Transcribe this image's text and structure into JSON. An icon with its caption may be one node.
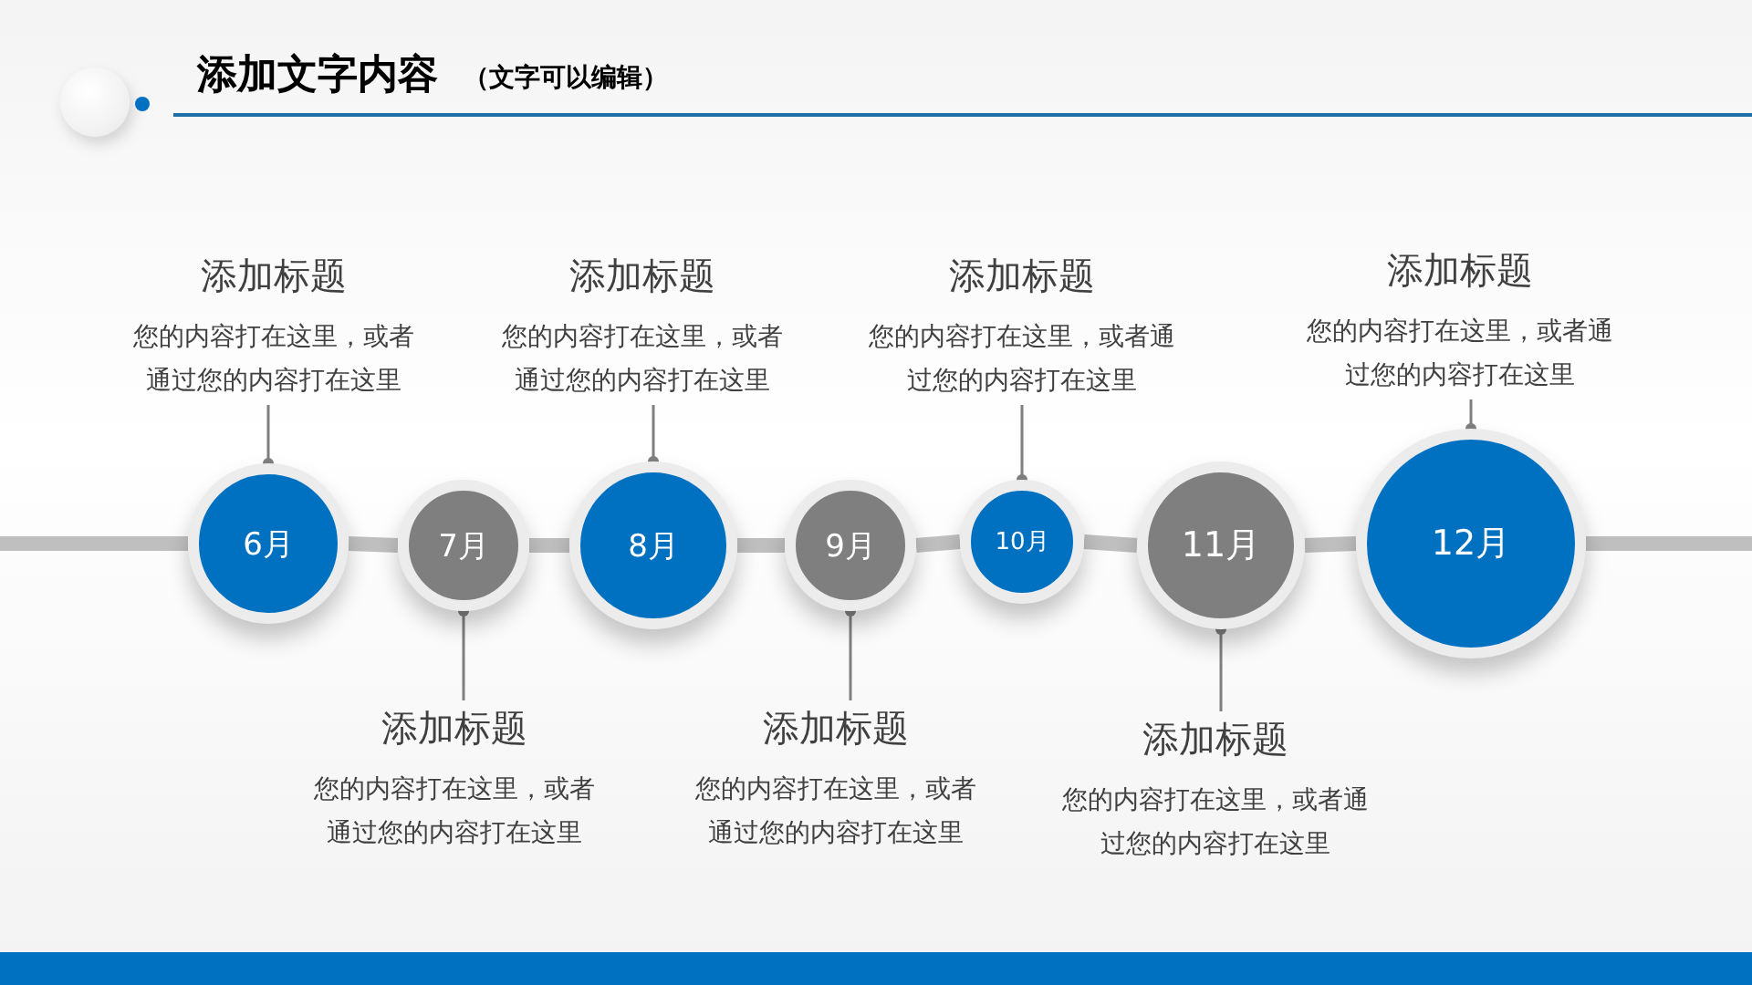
{
  "diagram": {
    "title": "添加文字内容",
    "nodes": [
      {
        "text": [
          "6月"
        ]
      },
      {
        "text": [
          "7月"
        ]
      },
      {
        "text": [
          "8月"
        ]
      },
      {
        "text": [
          "9月"
        ]
      },
      {
        "text": [
          "10月"
        ]
      },
      {
        "text": [
          "11月"
        ]
      },
      {
        "text": [
          "12月"
        ]
      },
      {
        "text": [
          "添加标题",
          "您的内容打在这里，或者通过您的内容打在这里"
        ]
      },
      {
        "text": [
          "添加标题",
          "您的内容打在这里，或者通过您的内容打在这里"
        ]
      },
      {
        "text": [
          "添加标题",
          "您的内容打在这里，或者通过您的内容打在这里"
        ]
      },
      {
        "text": [
          "添加标题",
          "您的内容打在这里，或者通过您的内容打在这里"
        ]
      },
      {
        "text": [
          "添加标题",
          "您的内容打在这里，或者通过您的内容打在这里"
        ]
      },
      {
        "text": [
          "添加标题",
          "您的内容打在这里，或者通过您的内容打在这里"
        ]
      },
      {
        "text": [
          "添加标题",
          "您的内容打在这里，或者通过您的内容打在这里"
        ]
      }
    ],
    "edges": [
      {
        "from": null,
        "to": 0,
        "arrow": "none",
        "color": "#bfbfbf"
      },
      {
        "from": 0,
        "to": 1,
        "arrow": "none",
        "color": "#bfbfbf"
      },
      {
        "from": 1,
        "to": 2,
        "arrow": "none",
        "color": "#bfbfbf"
      },
      {
        "from": 2,
        "to": 3,
        "arrow": "none",
        "color": "#bfbfbf"
      },
      {
        "from": 3,
        "to": 4,
        "arrow": "none",
        "color": "#bfbfbf"
      },
      {
        "from": 4,
        "to": 5,
        "arrow": "none",
        "color": "#bfbfbf"
      },
      {
        "from": 5,
        "to": 6,
        "arrow": "none",
        "color": "#bfbfbf"
      },
      {
        "from": 6,
        "to": null,
        "arrow": "none",
        "color": "#bfbfbf"
      },
      {
        "from": 7,
        "to": 0,
        "arrow": "other"
      },
      {
        "from": 8,
        "to": 1,
        "arrow": "other"
      },
      {
        "from": 9,
        "to": 2,
        "arrow": "other"
      },
      {
        "from": 10,
        "to": 3,
        "arrow": "other"
      },
      {
        "from": 11,
        "to": 4,
        "arrow": "other"
      },
      {
        "from": 12,
        "to": 5,
        "arrow": "other"
      },
      {
        "from": 13,
        "to": 6,
        "arrow": "other"
      }
    ],
    "labels": [
      "（文字可以编辑）"
    ]
  }
}
